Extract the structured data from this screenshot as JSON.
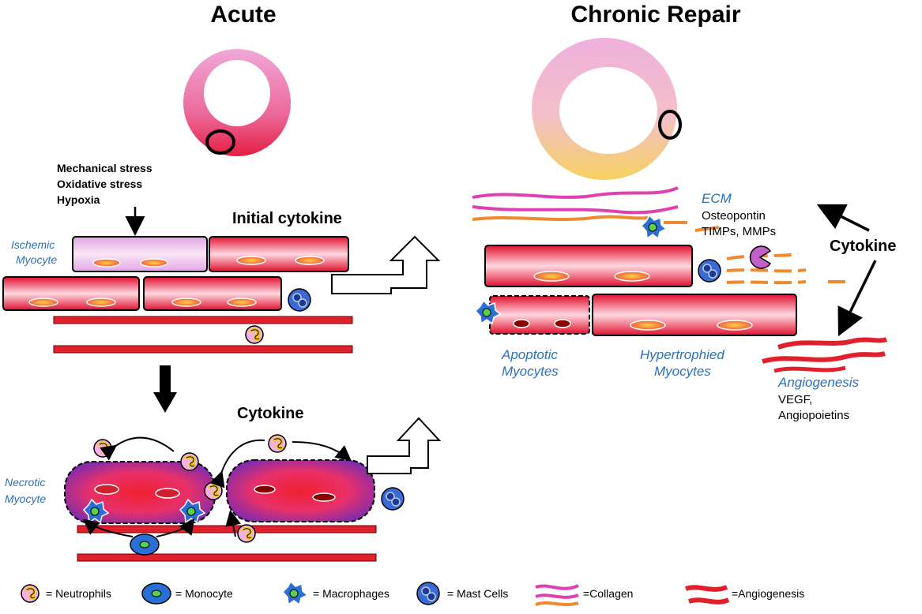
{
  "titles": {
    "acute": "Acute",
    "chronic": "Chronic Repair"
  },
  "acute": {
    "stress_lines": [
      "Mechanical stress",
      "Oxidative stress",
      "Hypoxia"
    ],
    "initial_cytokine": "Initial cytokine",
    "ischemic_label": [
      "Ischemic",
      "Myocyte"
    ],
    "cytokine": "Cytokine",
    "necrotic_label": [
      "Necrotic",
      "Myocyte"
    ]
  },
  "chronic": {
    "ecm": "ECM",
    "ecm_factors": [
      "Osteopontin",
      "TIMPs, MMPs"
    ],
    "cytokine": "Cytokine",
    "apoptotic_label": [
      "Apoptotic",
      "Myocytes"
    ],
    "hypertrophied_label": [
      "Hypertrophied",
      "Myocytes"
    ],
    "angiogenesis": "Angiogenesis",
    "angio_factors": [
      "VEGF,",
      "Angiopoietins"
    ]
  },
  "legend": {
    "neutrophils": "= Neutrophils",
    "monocyte": "= Monocyte",
    "macrophages": "= Macrophages",
    "mast_cells": "= Mast Cells",
    "collagen": "=Collagen",
    "angiogenesis": "=Angiogenesis"
  },
  "colors": {
    "myocyte_red": "#e8203a",
    "pink": "#e6a4d6",
    "nucleus": "#f3a33a",
    "blue_label": "#2a6fc0",
    "collagen_pink": "#e040b0",
    "collagen_orange": "#f08a30",
    "vessel_red": "#e0202c"
  }
}
